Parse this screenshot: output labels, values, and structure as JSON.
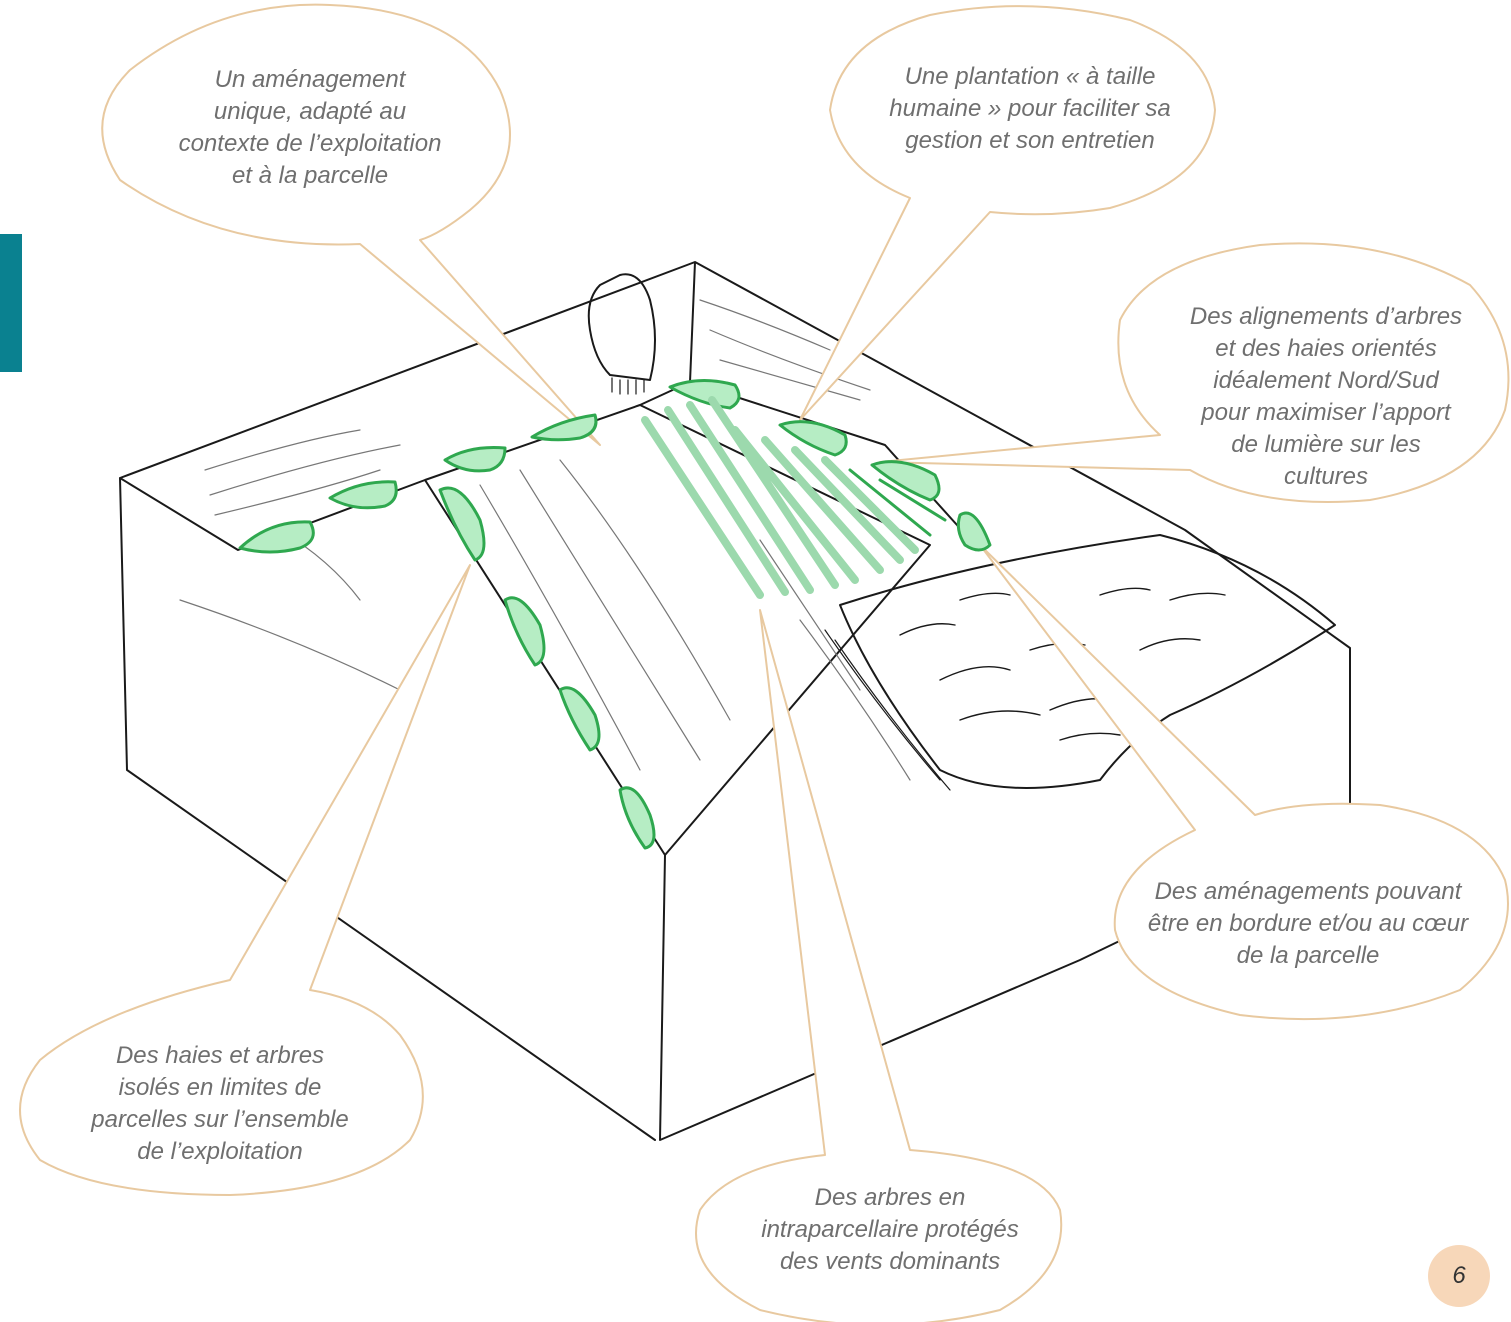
{
  "colors": {
    "bubble_fill": "#ffffff",
    "bubble_stroke": "#e8c9a0",
    "hedge_green": "#3fbf5f",
    "side_tab": "#0a8190",
    "badge_fill": "#f7d7b9"
  },
  "callouts": {
    "amenagement_unique": [
      "Un aménagement",
      "unique, adapté au",
      "contexte de l’exploitation",
      "et à la parcelle"
    ],
    "taille_humaine": [
      "Une plantation « à taille",
      "humaine » pour faciliter sa",
      "gestion et son entretien"
    ],
    "alignements": [
      "Des alignements d’arbres",
      "et des haies orientés",
      "idéalement Nord/Sud",
      "pour maximiser l’apport",
      "de lumière sur les",
      "cultures"
    ],
    "bordure_coeur": [
      "Des aménagements pouvant",
      "être en bordure et/ou au cœur",
      "de la parcelle"
    ],
    "haies_limites": [
      "Des haies et arbres",
      "isolés en limites de",
      "parcelles sur l’ensemble",
      "de l’exploitation"
    ],
    "intraparcellaire": [
      "Des arbres en",
      "intraparcellaire protégés",
      "des vents dominants"
    ]
  },
  "page_number": "6"
}
